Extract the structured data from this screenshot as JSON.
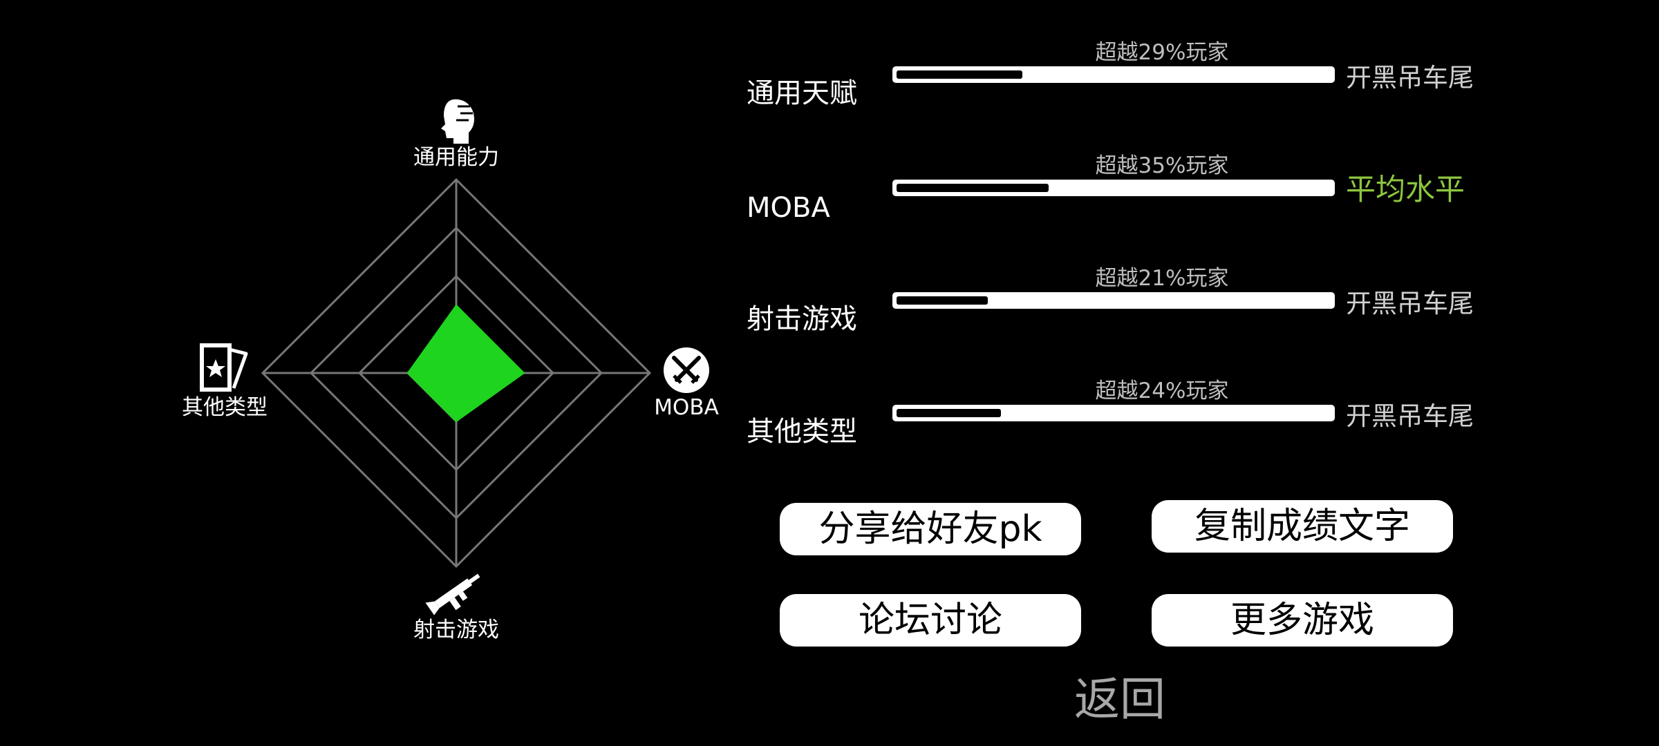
{
  "radar": {
    "axes": [
      {
        "label": "通用能力",
        "icon": "head-profile-icon",
        "value": 0.35
      },
      {
        "label": "MOBA",
        "icon": "crossed-swords-icon",
        "value": 0.35
      },
      {
        "label": "射击游戏",
        "icon": "rifle-icon",
        "value": 0.25
      },
      {
        "label": "其他类型",
        "icon": "star-card-icon",
        "value": 0.25
      }
    ],
    "rings": 4,
    "fill_color": "#1ed41e",
    "grid_color": "#777777"
  },
  "stats": [
    {
      "title": "通用天赋",
      "percent_text": "超越29%玩家",
      "fill": 0.29,
      "level": "开黑吊车尾",
      "level_type": "low"
    },
    {
      "title": "MOBA",
      "percent_text": "超越35%玩家",
      "fill": 0.35,
      "level": "平均水平",
      "level_type": "good"
    },
    {
      "title": "射击游戏",
      "percent_text": "超越21%玩家",
      "fill": 0.21,
      "level": "开黑吊车尾",
      "level_type": "low"
    },
    {
      "title": "其他类型",
      "percent_text": "超越24%玩家",
      "fill": 0.24,
      "level": "开黑吊车尾",
      "level_type": "low"
    }
  ],
  "buttons": {
    "share": "分享给好友pk",
    "copy": "复制成绩文字",
    "forum": "论坛讨论",
    "more": "更多游戏",
    "back": "返回"
  },
  "colors": {
    "good_level": "#8cc63f",
    "low_level": "#d0d0d0",
    "radar_fill": "#1ed41e"
  }
}
